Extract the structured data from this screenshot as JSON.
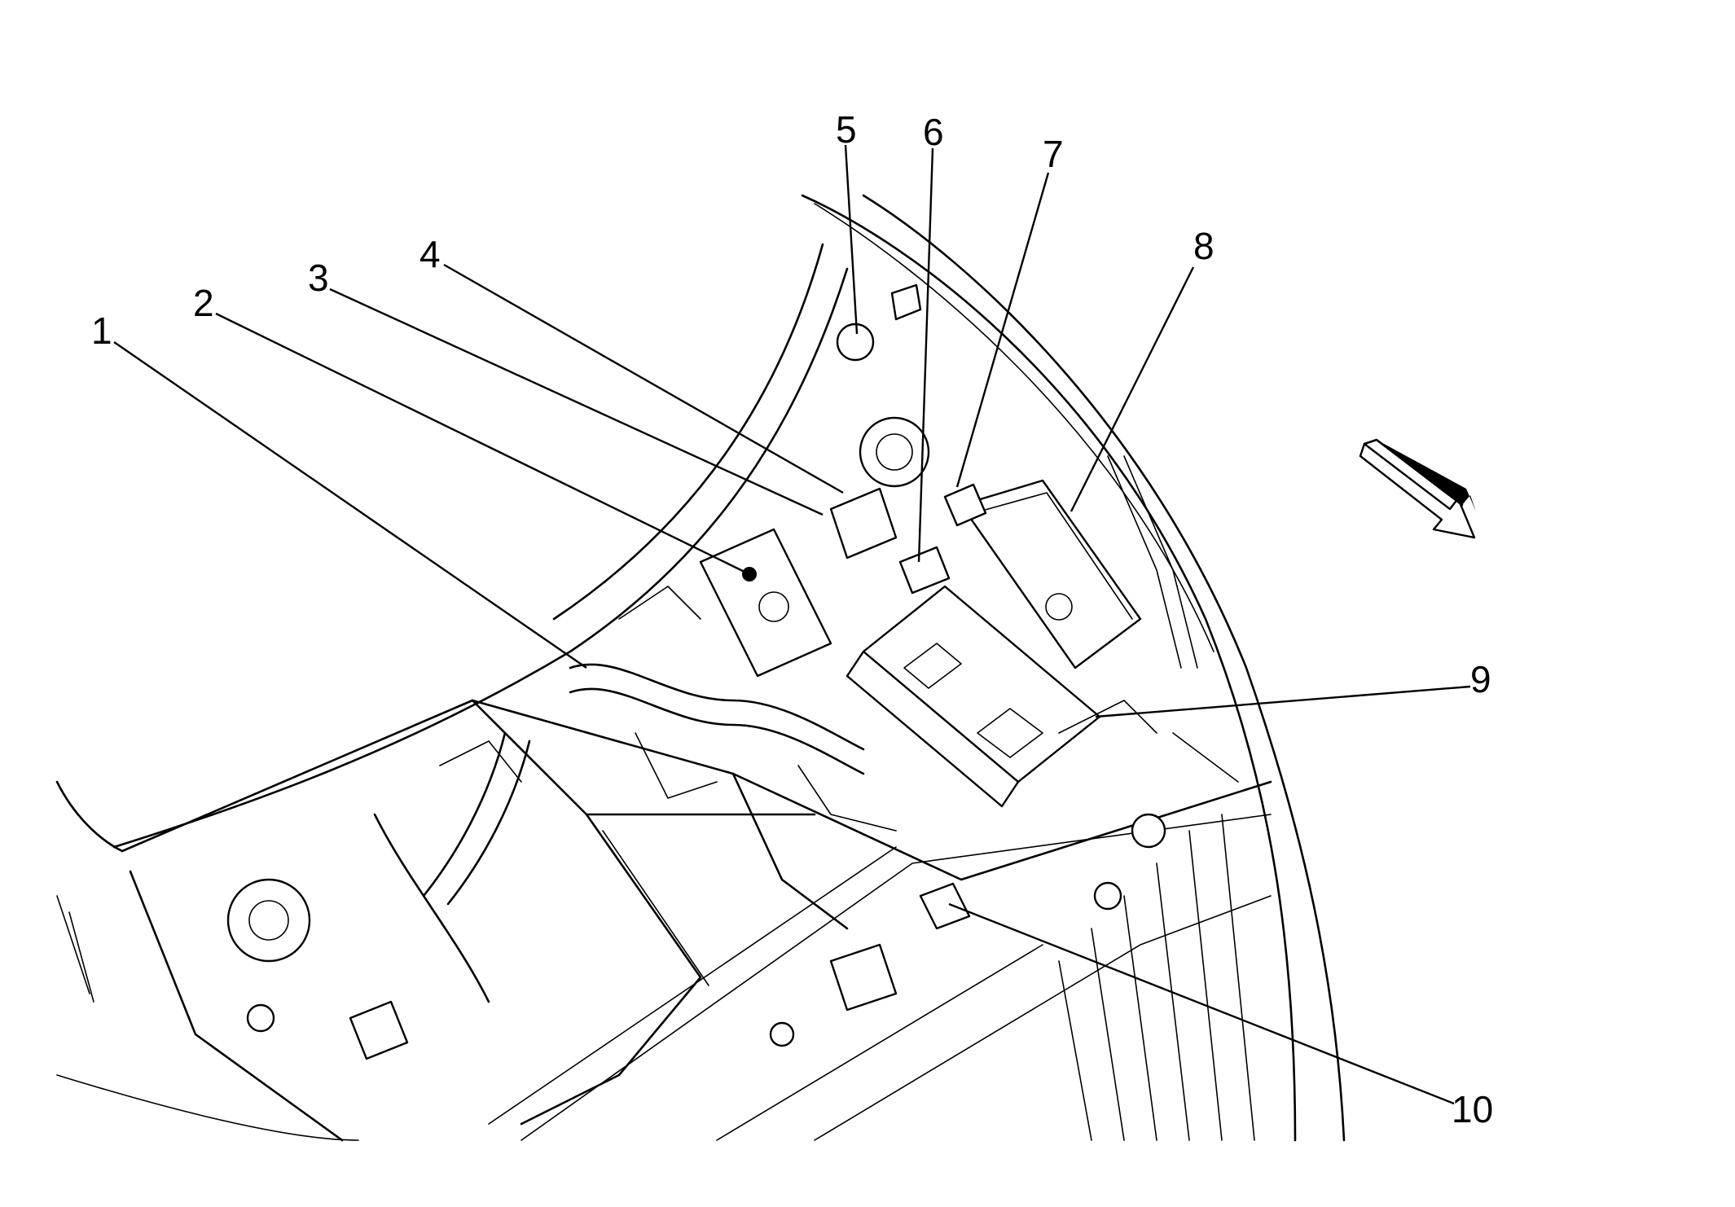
{
  "callouts": [
    {
      "id": 1,
      "label": "1"
    },
    {
      "id": 2,
      "label": "2"
    },
    {
      "id": 3,
      "label": "3"
    },
    {
      "id": 4,
      "label": "4"
    },
    {
      "id": 5,
      "label": "5"
    },
    {
      "id": 6,
      "label": "6"
    },
    {
      "id": 7,
      "label": "7"
    },
    {
      "id": 8,
      "label": "8"
    },
    {
      "id": 9,
      "label": "9"
    },
    {
      "id": 10,
      "label": "10"
    }
  ],
  "direction_arrow": {
    "icon": "direction-arrow-icon"
  }
}
